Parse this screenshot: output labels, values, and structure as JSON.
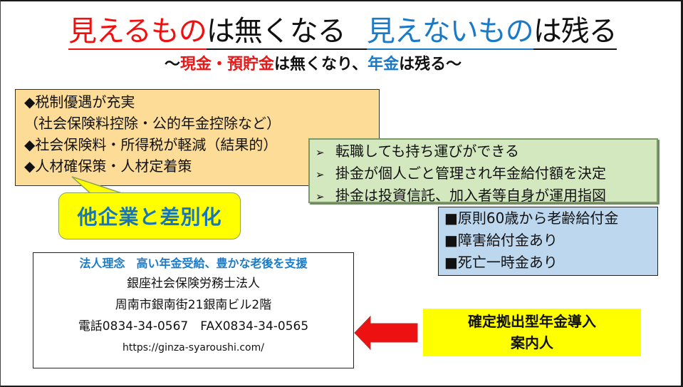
{
  "title": {
    "part1": "見えるもの",
    "part2": "は無くなる",
    "part3": "見えないもの",
    "part4": "は残る"
  },
  "subtitle": {
    "tilde_left": "～",
    "red": "現金・預貯金",
    "middle": "は無くなり、",
    "blue": "年金",
    "end": "は残る～"
  },
  "benefits_box": {
    "items": [
      "◆税制優遇が充実",
      "（社会保険料控除・公的年金控除など）",
      "◆社会保険料・所得税が軽減（結果的）",
      "◆人材確保策・人材定着策"
    ]
  },
  "callout": {
    "label": "他企業と差別化"
  },
  "features_box": {
    "bullet": "➢",
    "items": [
      "転職しても持ち運びができる",
      "掛金が個人ごと管理され年金給付額を決定",
      "掛金は投資信託、加入者等自身が運用指図"
    ]
  },
  "payouts_box": {
    "items": [
      "■原則60歳から老齢給付金",
      "■障害給付金あり",
      "■死亡一時金あり"
    ]
  },
  "company_box": {
    "motto": "法人理念　高い年金受給、豊かな老後を支援",
    "name": "銀座社会保険労務士法人",
    "address": "周南市銀南街21銀南ビル2階",
    "phone": "電話0834-34-0567　FAX0834-34-0565",
    "url": "https://ginza-syaroushi.com/"
  },
  "guide_box": {
    "line1": "確定拠出型年金導入",
    "line2": "案内人"
  },
  "colors": {
    "red": "#f01010",
    "blue": "#1a7ac8",
    "orange_fill": "#fddc98",
    "green_fill": "#d4e8c0",
    "blue_fill": "#bdd7ee",
    "yellow": "#ffff00",
    "arrow_red": "#ee1111"
  }
}
